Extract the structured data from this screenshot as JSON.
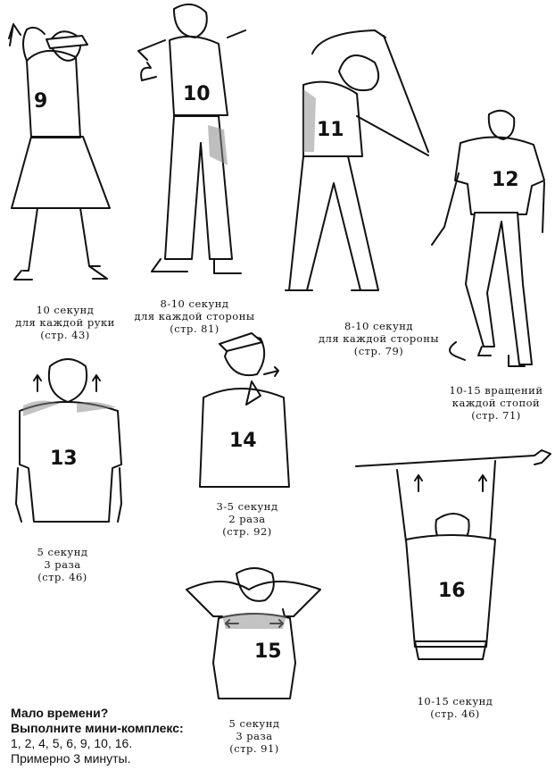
{
  "exercises": [
    {
      "number": "9",
      "caption": [
        "10 секунд",
        "для каждой руки",
        "(стр. 43)"
      ]
    },
    {
      "number": "10",
      "caption": [
        "8-10 секунд",
        "для каждой стороны",
        "(стр. 81)"
      ]
    },
    {
      "number": "11",
      "caption": [
        "8-10 секунд",
        "для каждой стороны",
        "(стр. 79)"
      ]
    },
    {
      "number": "12",
      "caption": [
        "10-15 вращений",
        "каждой стопой",
        "(стр. 71)"
      ]
    },
    {
      "number": "13",
      "caption": [
        "5 секунд",
        "3 раза",
        "(стр. 46)"
      ]
    },
    {
      "number": "14",
      "caption": [
        "3-5 секунд",
        "2 раза",
        "(стр. 92)"
      ]
    },
    {
      "number": "15",
      "caption": [
        "5 секунд",
        "3 раза",
        "(стр. 91)"
      ]
    },
    {
      "number": "16",
      "caption": [
        "10-15 секунд",
        "(стр. 46)"
      ]
    }
  ],
  "mini_complex": {
    "line1": "Мало времени?",
    "line2": "Выполните мини-комплекс:",
    "line3": "1, 2, 4, 5, 6, 9, 10, 16.",
    "line4": "Примерно 3 минуты."
  }
}
